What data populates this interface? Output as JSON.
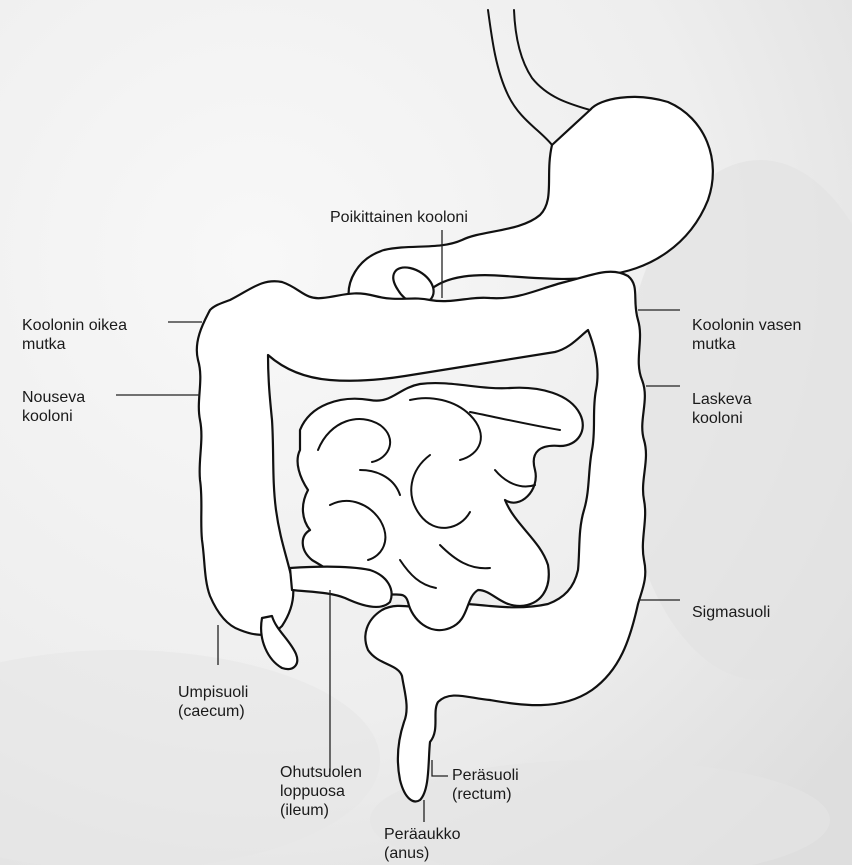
{
  "colors": {
    "background": "#f2f2f2",
    "background_shade": "#dcdcdc",
    "organ_fill": "#ffffff",
    "outline": "#111111",
    "text": "#1a1a1a"
  },
  "labels": {
    "transverse_colon": "Poikittainen kooloni",
    "right_flexure": [
      "Koolonin oikea",
      "mutka"
    ],
    "ascending_colon": [
      "Nouseva",
      "kooloni"
    ],
    "left_flexure": [
      "Koolonin vasen",
      "mutka"
    ],
    "descending_colon": [
      "Laskeva",
      "kooloni"
    ],
    "sigmoid": "Sigmasuoli",
    "caecum": [
      "Umpisuoli",
      "(caecum)"
    ],
    "ileum": [
      "Ohutsuolen",
      "loppuosa",
      "(ileum)"
    ],
    "rectum": [
      "Peräsuoli",
      "(rectum)"
    ],
    "anus": [
      "Peräaukko",
      "(anus)"
    ]
  }
}
